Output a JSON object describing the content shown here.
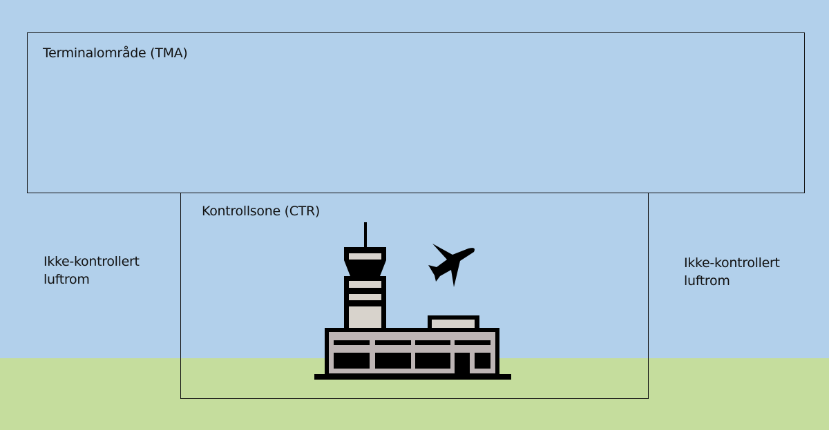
{
  "diagram": {
    "tma": {
      "label": "Terminalområde (TMA)"
    },
    "ctr": {
      "label": "Kontrollsone (CTR)"
    },
    "left_area": {
      "line1": "Ikke-kontrollert",
      "line2": "luftrom"
    },
    "right_area": {
      "line1": "Ikke-kontrollert",
      "line2": "luftrom"
    },
    "icons": [
      "control-tower-icon",
      "terminal-building-icon",
      "airplane-icon"
    ],
    "colors": {
      "sky": "#b2d0eb",
      "ground": "#c5dd9d",
      "building": "#bdb5b5",
      "window_light": "#d8d3cc",
      "outline": "#000000"
    }
  }
}
